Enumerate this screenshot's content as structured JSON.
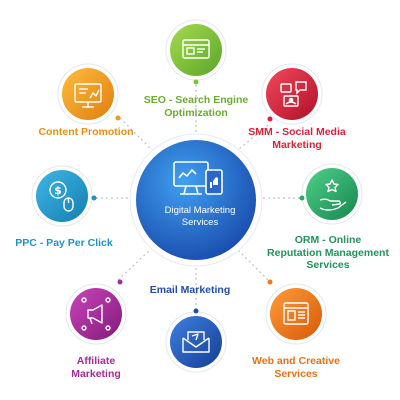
{
  "center": {
    "line1": "Digital Marketing",
    "line2": "Services",
    "icon": "monitor-tablet-like-icon",
    "color": "#1e63c9"
  },
  "services": [
    {
      "id": "seo",
      "line1": "SEO - Search Engine",
      "line2": "Optimization",
      "icon": "browser-seo-icon",
      "color": "#7cc335"
    },
    {
      "id": "smm",
      "line1": "SMM - Social Media",
      "line2": "Marketing",
      "icon": "social-media-icon",
      "color": "#d9233b"
    },
    {
      "id": "orm",
      "line1": "ORM - Online",
      "line2": "Reputation Management",
      "line3": "Services",
      "icon": "hand-stars-icon",
      "color": "#2aa86a"
    },
    {
      "id": "web",
      "line1": "Web and Creative",
      "line2": "Services",
      "icon": "web-page-icon",
      "color": "#f07818"
    },
    {
      "id": "email",
      "line1": "Email Marketing",
      "icon": "envelope-icon",
      "color": "#1f4fa8"
    },
    {
      "id": "affiliate",
      "line1": "Affiliate",
      "line2": "Marketing",
      "icon": "megaphone-network-icon",
      "color": "#a52a9a"
    },
    {
      "id": "ppc",
      "line1": "PPC - Pay Per Click",
      "icon": "dollar-mouse-icon",
      "color": "#1f93c6"
    },
    {
      "id": "content",
      "line1": "Content Promotion",
      "icon": "content-board-icon",
      "color": "#ee9a1e"
    }
  ]
}
